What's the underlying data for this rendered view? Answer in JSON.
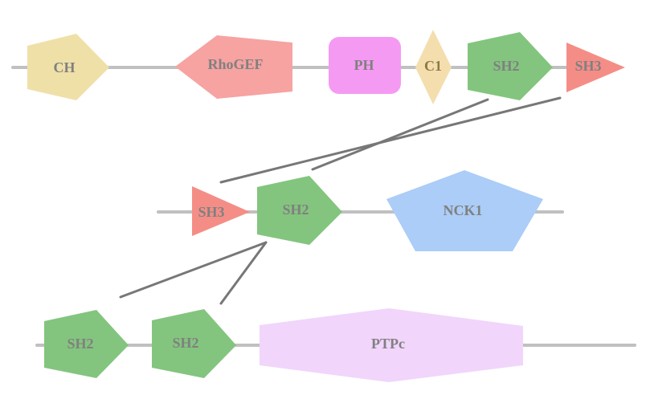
{
  "proteins": [
    {
      "id": "top",
      "domains": [
        {
          "id": "ch",
          "label": "CH",
          "color": "#efe0a8",
          "label_color": "#808080"
        },
        {
          "id": "rhogef",
          "label": "RhoGEF",
          "color": "#f6a3a1",
          "label_color": "#808080"
        },
        {
          "id": "ph",
          "label": "PH",
          "color": "#f59af2",
          "label_color": "#808080"
        },
        {
          "id": "c1",
          "label": "C1",
          "color": "#f4deae",
          "label_color": "#8c7a44"
        },
        {
          "id": "sh2-top",
          "label": "SH2",
          "color": "#83c57e",
          "label_color": "#808080"
        },
        {
          "id": "sh3-top",
          "label": "SH3",
          "color": "#f58d87",
          "label_color": "#808080"
        }
      ]
    },
    {
      "id": "middle",
      "domains": [
        {
          "id": "sh3-mid",
          "label": "SH3",
          "color": "#f58d87",
          "label_color": "#808080"
        },
        {
          "id": "sh2-mid",
          "label": "SH2",
          "color": "#83c57e",
          "label_color": "#808080"
        },
        {
          "id": "nck1",
          "label": "NCK1",
          "color": "#abcdf7",
          "label_color": "#808080"
        }
      ]
    },
    {
      "id": "bottom",
      "domains": [
        {
          "id": "sh2-bot-1",
          "label": "SH2",
          "color": "#83c57e",
          "label_color": "#808080"
        },
        {
          "id": "sh2-bot-2",
          "label": "SH2",
          "color": "#83c57e",
          "label_color": "#808080"
        },
        {
          "id": "ptpc",
          "label": "PTPc",
          "color": "#f1d5fb",
          "label_color": "#808080"
        }
      ]
    }
  ],
  "colors": {
    "backbone": "#c0c0c0",
    "connector": "#777777",
    "background": "#ffffff"
  }
}
